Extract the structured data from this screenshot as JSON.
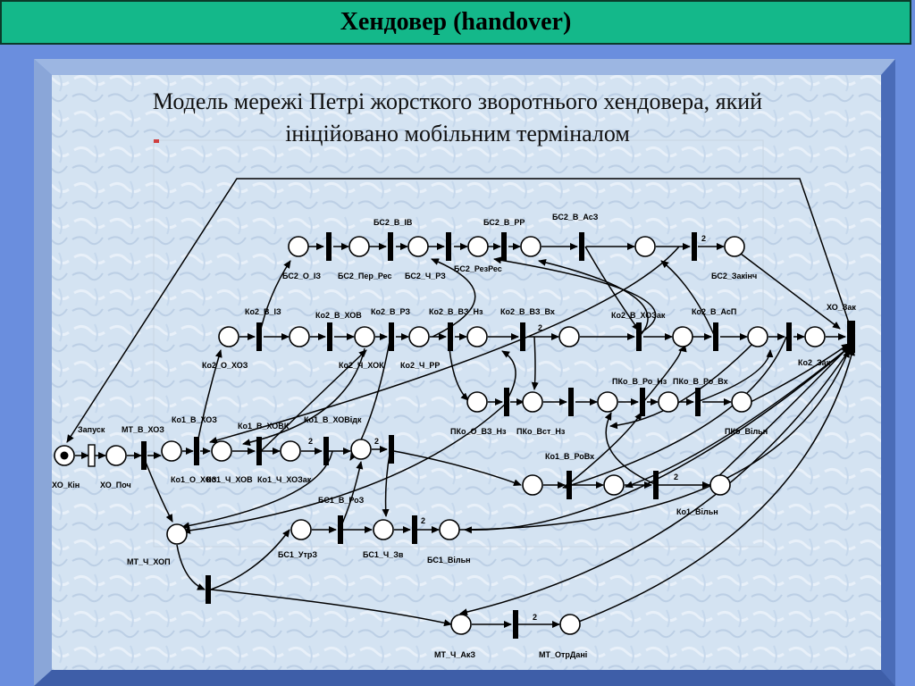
{
  "slide": {
    "title": "Хендовер (handover)",
    "caption_line1": "Модель мережі Петрі жорсткого зворотнього хендовера, який",
    "caption_line2": "ініційовано мобільним терміналом"
  },
  "places": {
    "xo_kin": "ХО_Кін",
    "xo_poch": "ХО_Поч",
    "bs2_o_iz": "БС2_О_ІЗ",
    "bs2_per_res": "БС2_Пер_Рес",
    "bs2_ch_rz": "БС2_Ч_РЗ",
    "bs2_rezres": "БС2_РезРес",
    "bs2_zakinch": "БС2_Закінч",
    "ko2_o_xoz": "Ко2_О_ХОЗ",
    "ko2_ch_xok": "Ко2_Ч_ХОК",
    "ko2_ch_rr": "Ко2_Ч_РР",
    "ko2_zak": "Ко2_Зак",
    "pko_o_vz_nz": "ПКо_О_ВЗ_Нз",
    "pko_vst_nz": "ПКо_Вст_Нз",
    "pko_vilnh": "ПКо_Вільн",
    "ko1_o_xoz": "Ко1_О_ХОЗ",
    "ko1_ch_xov": "Ко1_Ч_ХОВ",
    "ko1_ch_xozak": "Ко1_Ч_ХОЗак",
    "ko1_vilnh": "Ко1_Вільн",
    "mt_ch_xop": "МТ_Ч_ХОП",
    "bs1_utrz": "БС1_УтрЗ",
    "bs1_ch_zv": "БС1_Ч_Зв",
    "bs1_vilnh": "БС1_Вільн",
    "mt_ch_akz": "МТ_Ч_АкЗ",
    "mt_otrdani": "МТ_ОтрДані"
  },
  "transitions": {
    "zapusk": "Запуск",
    "mt_v_xoz": "МТ_В_ХОЗ",
    "bs2_v_iv": "БС2_В_ІВ",
    "bs2_v_rr": "БС2_В_РР",
    "bs2_v_asz": "БС2_В_АсЗ",
    "ko2_v_iz": "Ко2_В_ІЗ",
    "ko2_v_xov": "Ко2_В_ХОВ",
    "ko2_v_rz": "Ко2_В_РЗ",
    "ko2_v_vz_nz": "Ко2_В_ВЗ_Нз",
    "ko2_v_vz_vx": "Ко2_В_ВЗ_Вх",
    "ko2_v_xozak": "Ко2_В_ХОЗак",
    "ko2_v_asp": "Ко2_В_АсП",
    "xo_zak": "ХО_Зак",
    "pko_v_ro_nz": "ПКо_В_Ро_Нз",
    "pko_v_ro_vx": "ПКо_В_Ро_Вх",
    "ko1_v_xoz": "Ко1_В_ХОЗ",
    "ko1_v_xovk": "Ко1_В_ХОВК",
    "ko1_v_xovidk": "Ко1_В_ХОВідк",
    "ko1_v_rovx": "Ко1_В_РоВх",
    "bs1_v_roz": "БС1_В_РоЗ"
  },
  "weights": {
    "bs2_zakinch": "2",
    "ko2_vz_vx": "2",
    "ko1_xovk": "2",
    "ko1_xovidk": "2",
    "ko1_vilnh": "2",
    "bs1_vilnh": "2",
    "mt_otrdani": "2"
  },
  "colors": {
    "title_bg": "#14b88a",
    "page_bg": "#6a8ede",
    "panel_bg": "#d4e3f2"
  }
}
